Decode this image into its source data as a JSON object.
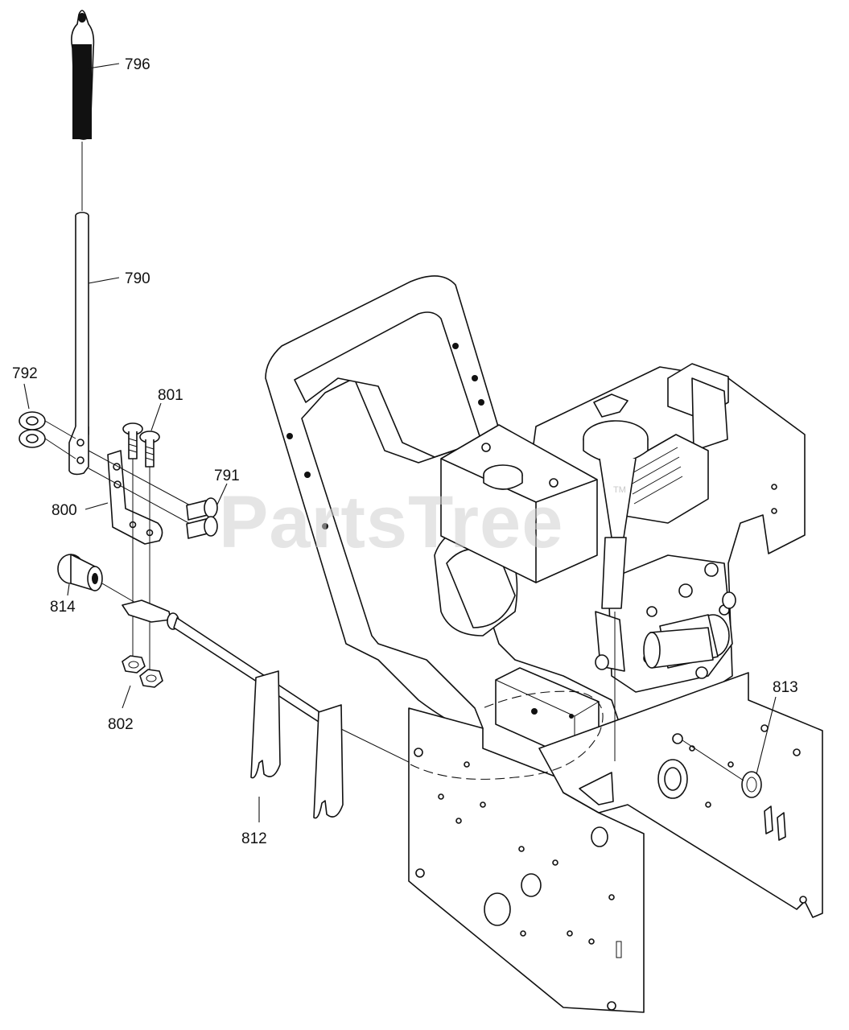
{
  "watermark": {
    "text": "PartsTree",
    "trademark": "TM"
  },
  "callouts": {
    "p796": "796",
    "p790": "790",
    "p792": "792",
    "p801": "801",
    "p791": "791",
    "p800": "800",
    "p814": "814",
    "p802": "802",
    "p812": "812",
    "p813": "813"
  },
  "colors": {
    "line": "#111111",
    "background": "#ffffff",
    "watermark": "#cfcfcf"
  }
}
